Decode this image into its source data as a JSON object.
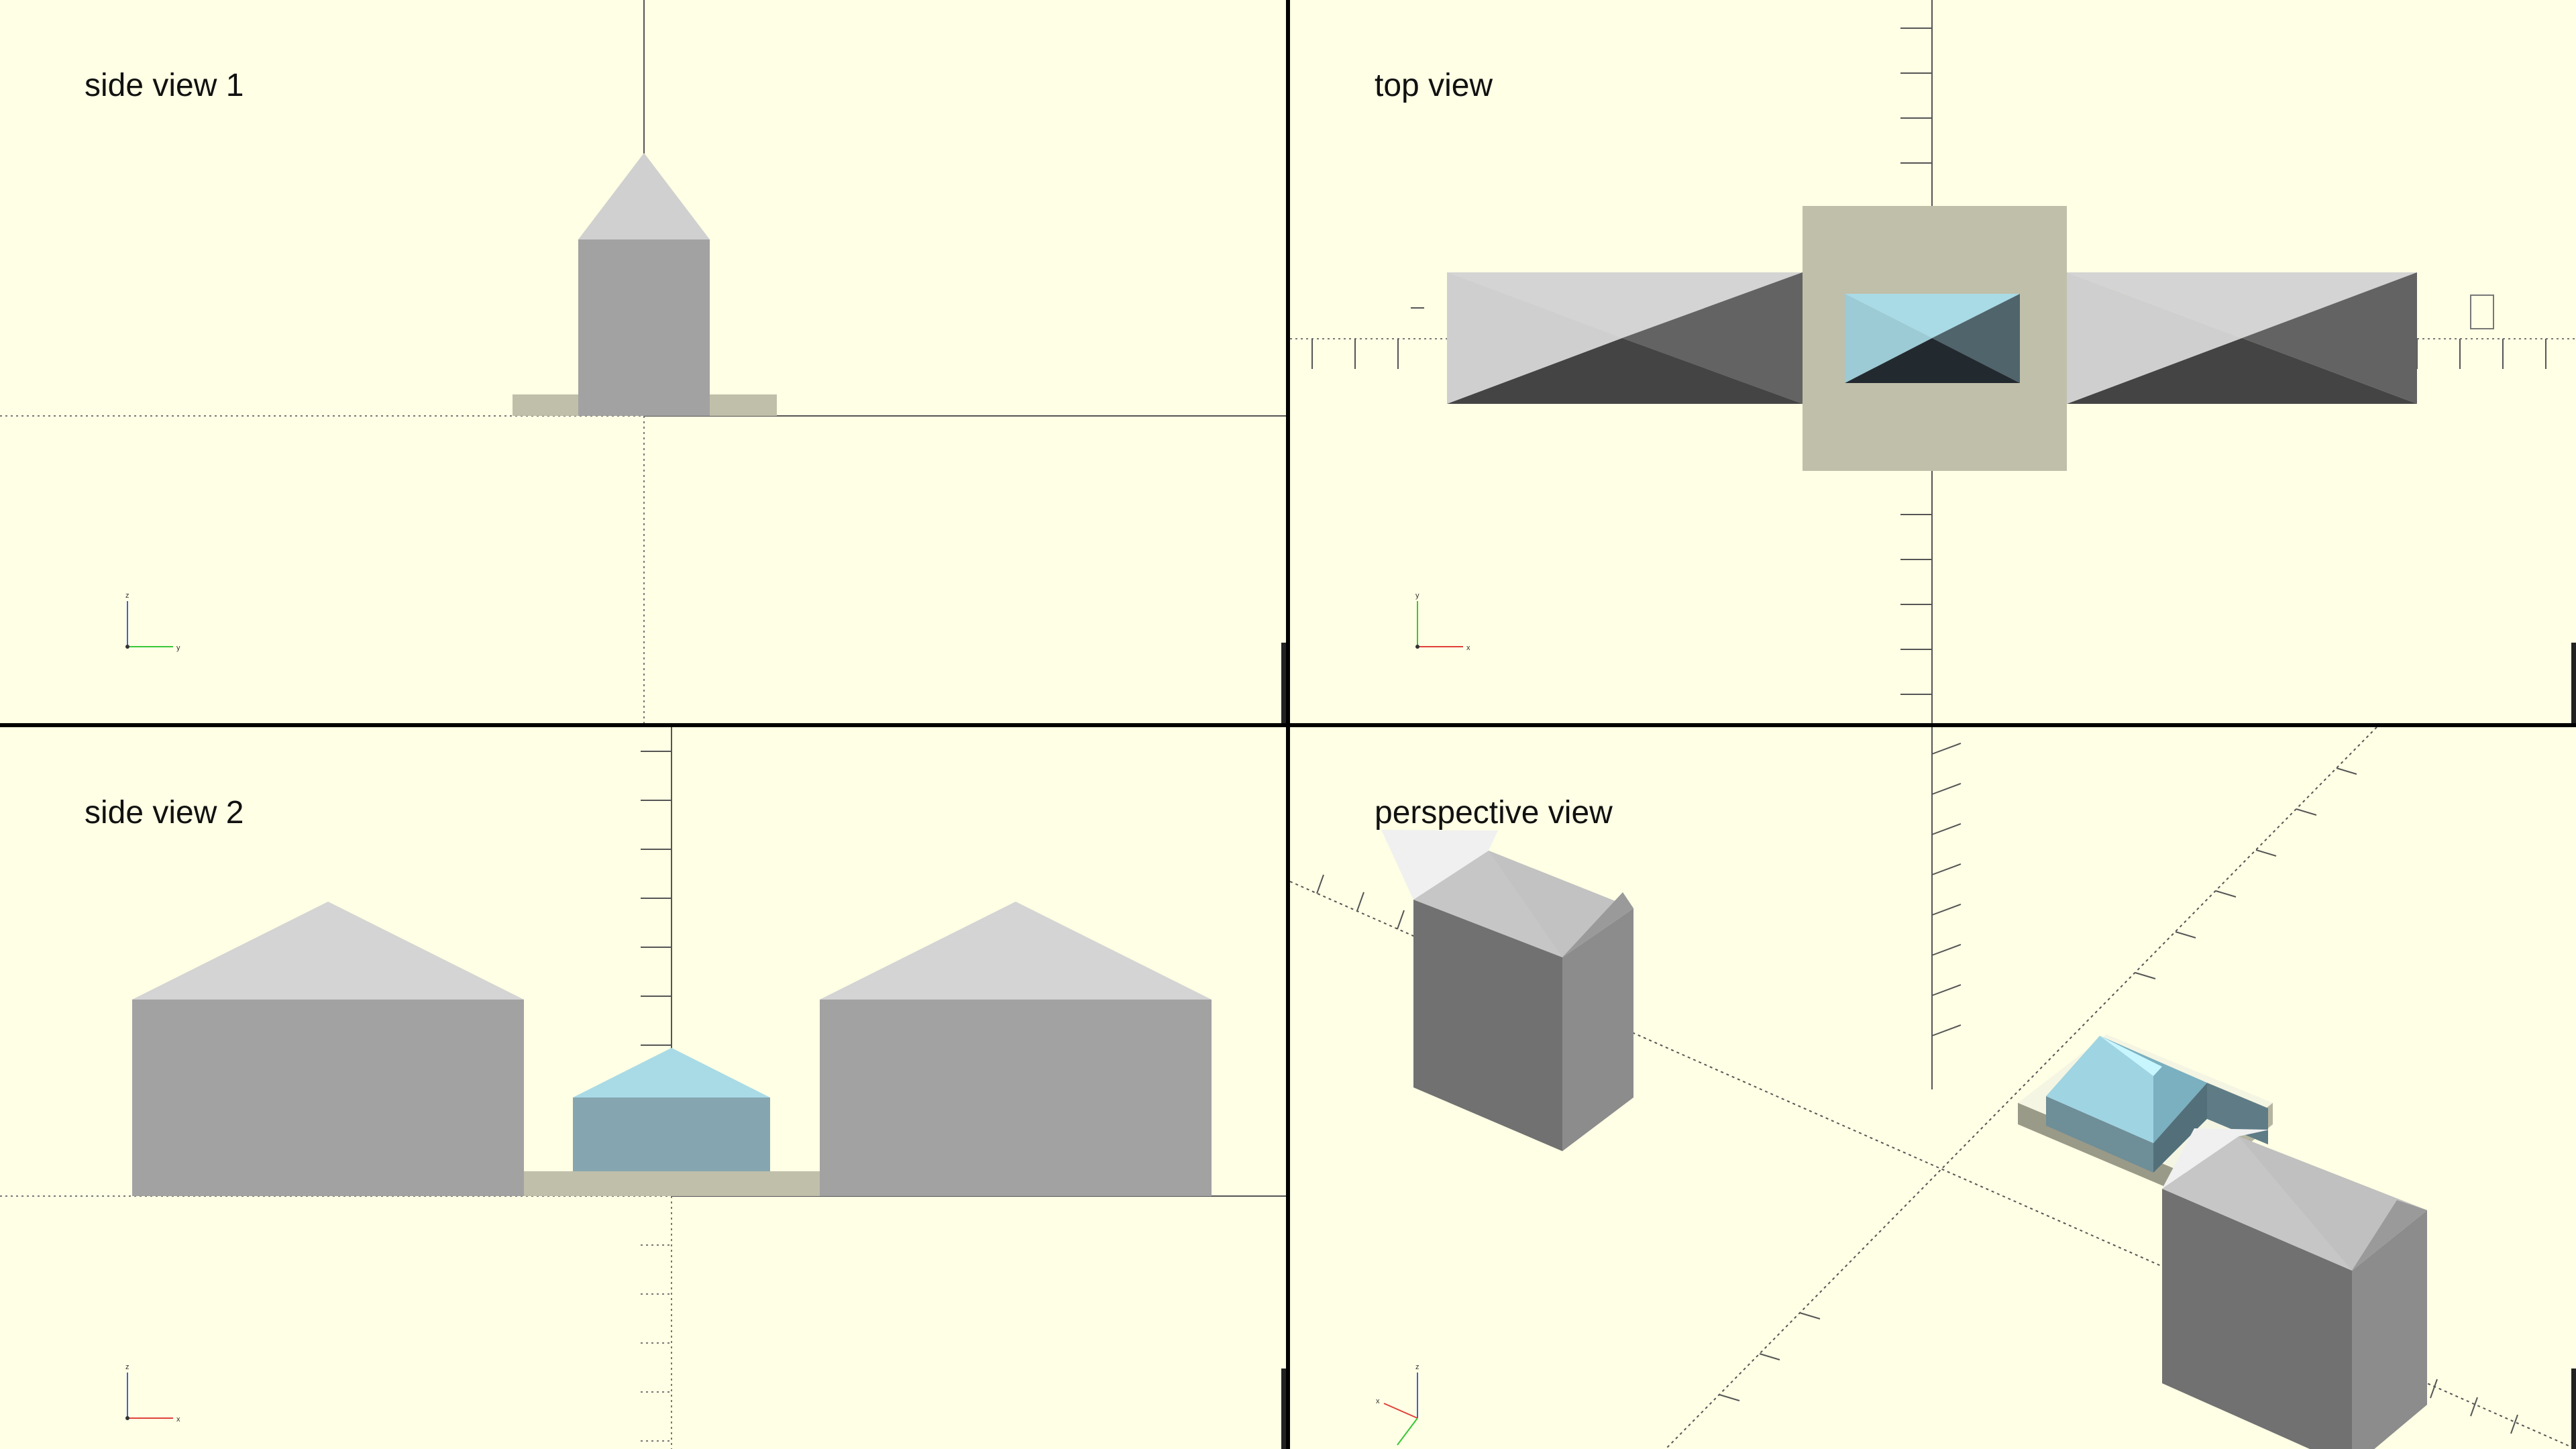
{
  "views": {
    "side1": {
      "label": "side view 1",
      "triad": {
        "up": "z",
        "right": "y"
      }
    },
    "top": {
      "label": "top view",
      "triad": {
        "up": "y",
        "right": "x"
      }
    },
    "side2": {
      "label": "side view 2",
      "triad": {
        "up": "z",
        "right": "x"
      }
    },
    "persp": {
      "label": "perspective view",
      "triad": {
        "up": "z",
        "left": "x"
      }
    }
  },
  "colors": {
    "background": "#ffffe5",
    "base_plate": "#c0bfaa",
    "building_light": "#d4d4d4",
    "building_mid": "#a2a2a2",
    "building_dark": "#636363",
    "glass_light": "#a9dbe6",
    "glass_mid": "#85a6b0",
    "axis_x": "#e0403a",
    "axis_y": "#39c739",
    "axis_z": "#4060e0"
  }
}
